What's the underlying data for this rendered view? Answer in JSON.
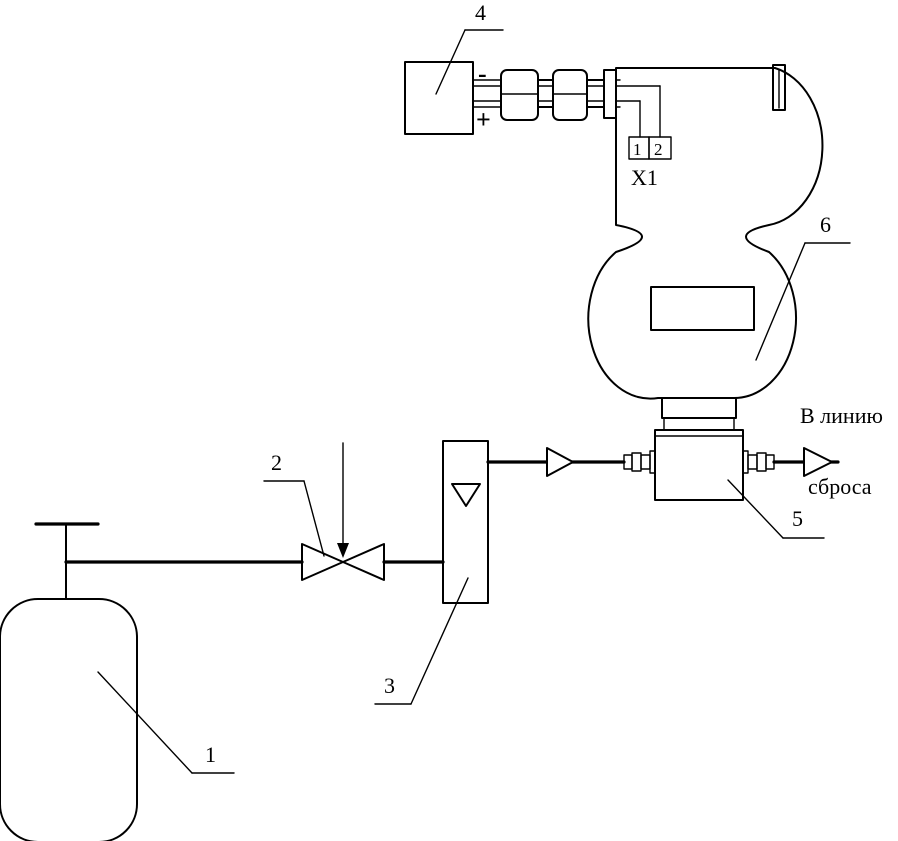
{
  "labels": {
    "cylinder": "1",
    "valve": "2",
    "flowmeter": "3",
    "power_supply": "4",
    "flow_adapter": "5",
    "detector": "6"
  },
  "polarity": {
    "minus": "-",
    "plus": "+"
  },
  "terminal_block": {
    "name": "X1",
    "pin_1": "1",
    "pin_2": "2"
  },
  "outlet": {
    "line1": "В линию",
    "line2": "сброса"
  }
}
